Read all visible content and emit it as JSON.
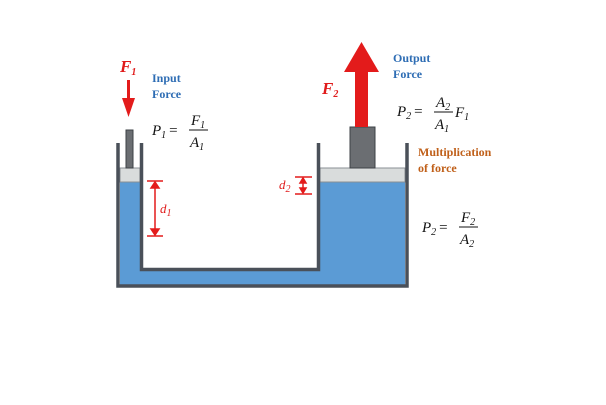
{
  "labels": {
    "input_force": [
      "Input",
      "Force"
    ],
    "output_force": [
      "Output",
      "Force"
    ],
    "multiplication": [
      "Multiplication",
      "of force"
    ]
  },
  "forces": {
    "f1": "F",
    "f1_sub": "1",
    "f2": "F",
    "f2_sub": "2"
  },
  "distances": {
    "d1": "d",
    "d1_sub": "1",
    "d2": "d",
    "d2_sub": "2"
  },
  "equations": {
    "p1": {
      "lhs": "P",
      "lhs_sub": "1",
      "eq": "=",
      "num": "F",
      "num_sub": "1",
      "den": "A",
      "den_sub": "1"
    },
    "p2a": {
      "lhs": "P",
      "lhs_sub": "2",
      "eq": "=",
      "num": "A",
      "num_sub": "2",
      "den": "A",
      "den_sub": "1",
      "tail": "F",
      "tail_sub": "1"
    },
    "p2b": {
      "lhs": "P",
      "lhs_sub": "2",
      "eq": "=",
      "num": "F",
      "num_sub": "2",
      "den": "A",
      "den_sub": "2"
    }
  },
  "colors": {
    "fluid": "#5b9bd5",
    "wall": "#4a5059",
    "piston": "#d9dcdc",
    "arrow": "#e31b1b"
  }
}
